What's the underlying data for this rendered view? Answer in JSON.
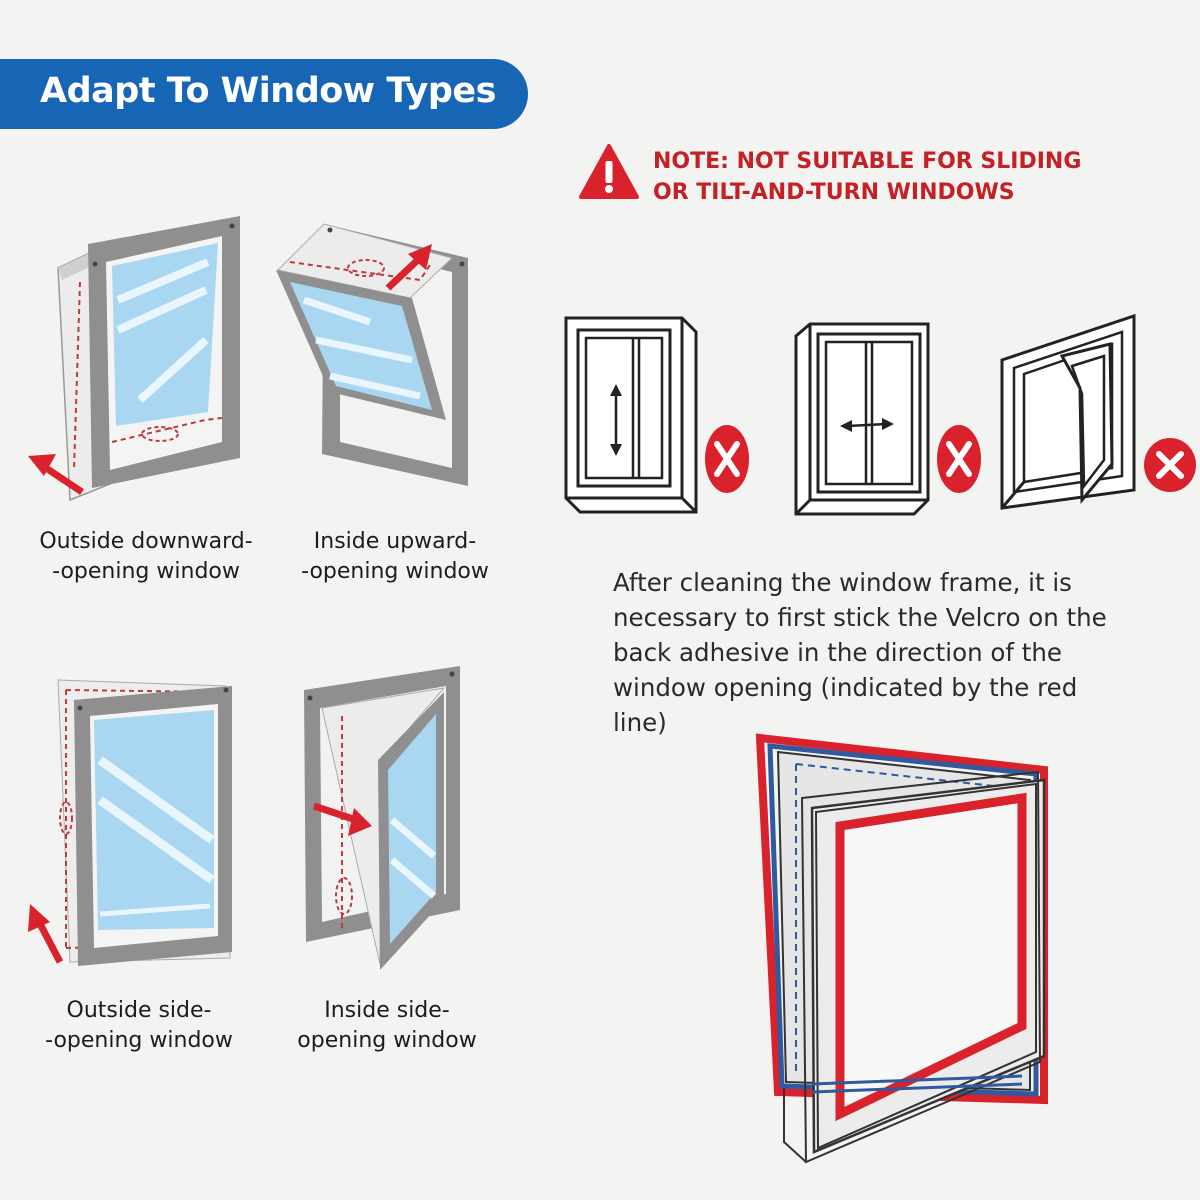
{
  "header": {
    "title": "Adapt To Window Types"
  },
  "window_types": [
    {
      "line1": "Outside downward-",
      "line2": "-opening window",
      "icon": "outside-downward-window-icon"
    },
    {
      "line1": "Inside upward-",
      "line2": "-opening window",
      "icon": "inside-upward-window-icon"
    },
    {
      "line1": "Outside side-",
      "line2": "-opening window",
      "icon": "outside-side-window-icon"
    },
    {
      "line1": "Inside side-",
      "line2": "opening window",
      "icon": "inside-side-window-icon"
    }
  ],
  "note": {
    "line1": "NOTE: NOT SUITABLE FOR SLIDING",
    "line2": "OR TILT-AND-TURN WINDOWS",
    "icon": "warning-triangle-icon",
    "color": "#c42025"
  },
  "unsuitable_windows": [
    {
      "icon": "vertical-sliding-window-icon",
      "mark": "not-allowed-x-icon"
    },
    {
      "icon": "horizontal-sliding-window-icon",
      "mark": "not-allowed-x-icon"
    },
    {
      "icon": "tilt-and-turn-window-icon",
      "mark": "not-allowed-x-icon"
    }
  ],
  "instructions": {
    "lines": [
      "After cleaning the window frame, it is",
      "necessary to first stick the Velcro on the",
      "back adhesive in the direction of the",
      "window opening (indicated by the red",
      "line)"
    ]
  },
  "colors": {
    "banner": "#1766b6",
    "accent_red": "#d9222b",
    "glass": "#a9d6f0",
    "frame": "#8c8c8c",
    "velcro_blue": "#2f5aa0"
  }
}
